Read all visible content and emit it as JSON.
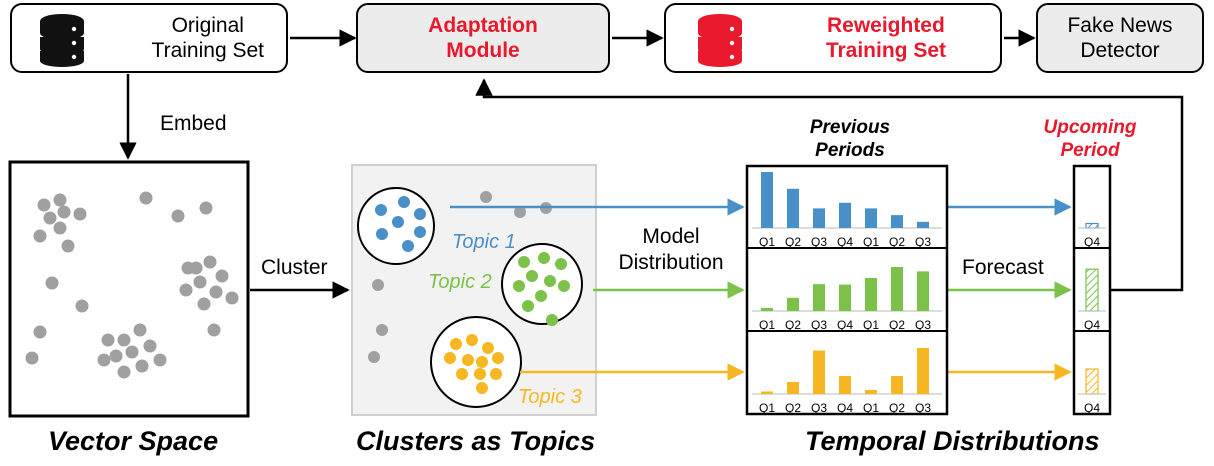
{
  "colors": {
    "topic1": "#4a90c8",
    "topic2": "#7cc24a",
    "topic3": "#f6b723",
    "highlight": "#e8192c",
    "gray_point": "#a0a0a0"
  },
  "pipeline": {
    "original_training_set": "Original\nTraining Set",
    "adaptation_module": "Adaptation\nModule",
    "reweighted_training_set": "Reweighted\nTraining Set",
    "fake_news_detector": "Fake News\nDetector"
  },
  "icons": {
    "database_black": "database-icon",
    "database_red": "database-icon"
  },
  "edges": {
    "embed": "Embed",
    "cluster": "Cluster",
    "model_distribution": "Model\nDistribution",
    "forecast": "Forecast"
  },
  "topics": {
    "topic1": "Topic 1",
    "topic2": "Topic 2",
    "topic3": "Topic 3"
  },
  "periods": {
    "previous": "Previous\nPeriods",
    "upcoming": "Upcoming\nPeriod"
  },
  "captions": {
    "vector_space": "Vector Space",
    "clusters_as_topics": "Clusters as Topics",
    "temporal_distributions": "Temporal Distributions"
  },
  "chart_data": [
    {
      "type": "bar",
      "series_color": "topic1",
      "categories": [
        "Q1",
        "Q2",
        "Q3",
        "Q4",
        "Q1",
        "Q2",
        "Q3"
      ],
      "values": [
        10,
        7,
        3.5,
        4.5,
        3.5,
        2.3,
        1.1
      ],
      "forecast_category": "Q4",
      "forecast_value": 0.8
    },
    {
      "type": "bar",
      "series_color": "topic2",
      "categories": [
        "Q1",
        "Q2",
        "Q3",
        "Q4",
        "Q1",
        "Q2",
        "Q3"
      ],
      "values": [
        0.7,
        3,
        6.1,
        6,
        7.5,
        10,
        9
      ],
      "forecast_category": "Q4",
      "forecast_value": 9.5
    },
    {
      "type": "bar",
      "series_color": "topic3",
      "categories": [
        "Q1",
        "Q2",
        "Q3",
        "Q4",
        "Q1",
        "Q2",
        "Q3"
      ],
      "values": [
        0.5,
        2.4,
        8.7,
        3.6,
        0.8,
        3.6,
        9.2
      ],
      "forecast_category": "Q4",
      "forecast_value": 5
    }
  ]
}
